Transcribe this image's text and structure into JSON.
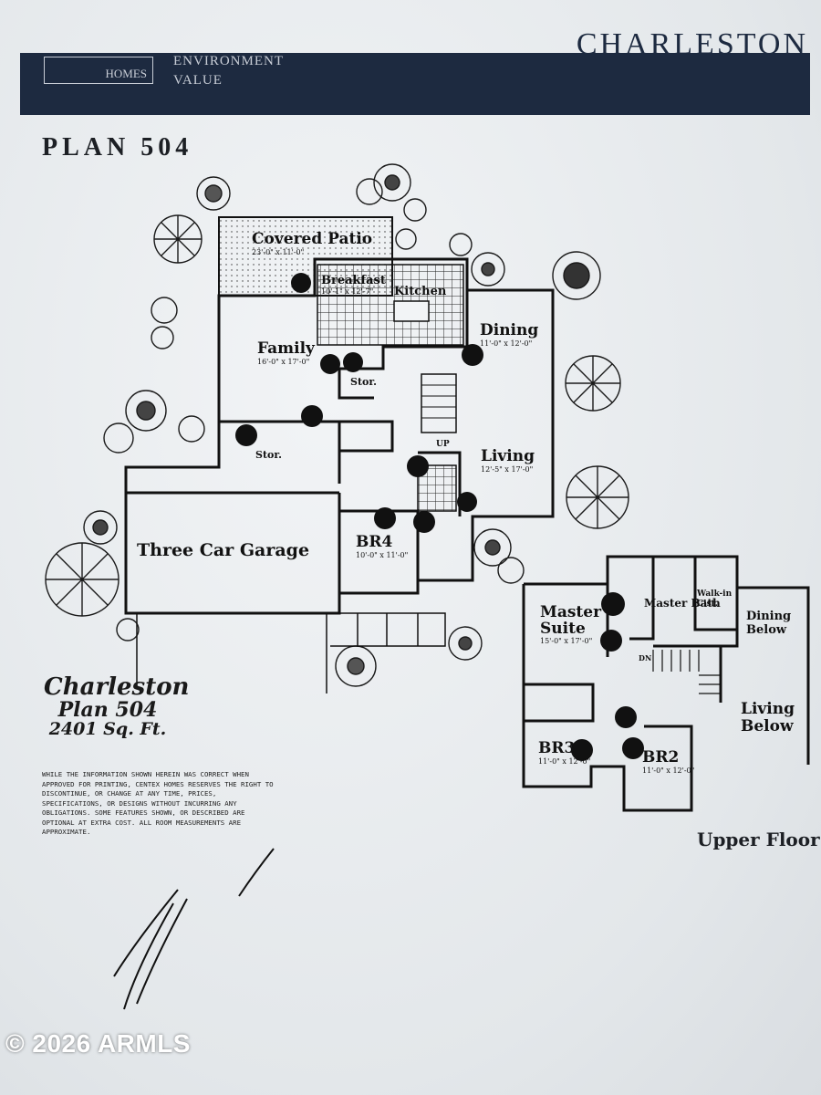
{
  "banner": {
    "logo_text": "HOMES",
    "line1": "ENVIRONMENT",
    "line2": "VALUE",
    "title": "CHARLESTON"
  },
  "plan_number": "PLAN 504",
  "rooms": {
    "covered_patio": {
      "name": "Covered Patio",
      "dim": "23'-0\" x 11'-0\""
    },
    "breakfast": {
      "name": "Breakfast",
      "dim": "10'-1\" x 12'-7\""
    },
    "kitchen": {
      "name": "Kitchen",
      "dim": ""
    },
    "family": {
      "name": "Family",
      "dim": "16'-0\" x 17'-0\""
    },
    "dining": {
      "name": "Dining",
      "dim": "11'-0\" x 12'-0\""
    },
    "stor_1": {
      "name": "Stor.",
      "dim": ""
    },
    "stor_2": {
      "name": "Stor.",
      "dim": ""
    },
    "living": {
      "name": "Living",
      "dim": "12'-5\" x 17'-0\""
    },
    "garage": {
      "name": "Three Car Garage",
      "dim": ""
    },
    "br4": {
      "name": "BR4",
      "dim": "10'-0\" x 11'-0\""
    },
    "master_suite": {
      "name": "Master Suite",
      "dim": "15'-0\" x 17'-0\""
    },
    "master_bath": {
      "name": "Master Bath",
      "dim": ""
    },
    "walkin_closet": {
      "name": "Walk-in Clst.",
      "dim": ""
    },
    "dining_below": {
      "name": "Dining Below",
      "dim": ""
    },
    "living_below": {
      "name": "Living Below",
      "dim": ""
    },
    "br3": {
      "name": "BR3",
      "dim": "11'-0\" x 12'-0\""
    },
    "br2": {
      "name": "BR2",
      "dim": "11'-0\" x 12'-0\""
    },
    "up_label": "UP",
    "dn_label": "DN"
  },
  "caption": {
    "line1": "Charleston",
    "line2": "Plan 504",
    "line3": "2401 Sq. Ft."
  },
  "disclaimer": "While the information shown herein was correct when approved for printing, Centex Homes reserves the right to discontinue, or change at any time, prices, specifications, or designs without incurring any obligations. Some features shown, or described are optional at extra cost. All room measurements are approximate.",
  "upper_floor_label": "Upper Floor",
  "watermark": "© 2026 ARMLS",
  "colors": {
    "banner": "#1d2a40",
    "ink": "#111111",
    "paper": "#e9ecef"
  }
}
